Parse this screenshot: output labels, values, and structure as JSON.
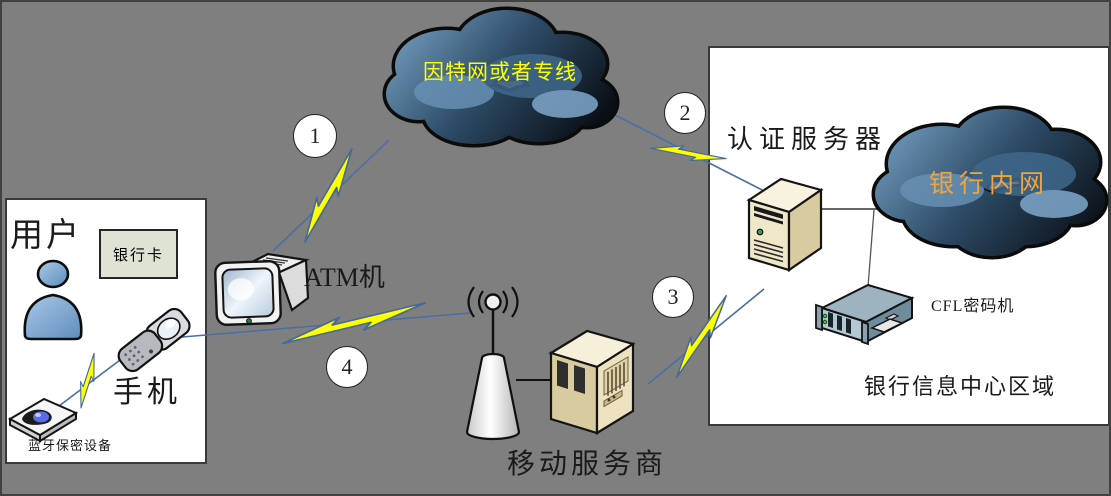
{
  "colors": {
    "background": "#7f7f7f",
    "lightning_bolt": "#ffff00",
    "connection_line": "#4a6fa5",
    "internet_label_color": "#ffff00",
    "intranet_label_color": "#f0a43c"
  },
  "user_area": {
    "title": "用户",
    "bank_card_label": "银行卡",
    "phone_label": "手机",
    "bluetooth_label": "蓝牙保密设备"
  },
  "atm_label": "ATM机",
  "internet_cloud_label": "因特网或者专线",
  "mobile_provider_label": "移动服务商",
  "bank_area": {
    "auth_server_label": "认证服务器",
    "intranet_cloud_label": "银行内网",
    "cipher_machine_label": "CFL密码机",
    "region_label": "银行信息中心区域"
  },
  "steps": {
    "s1": "1",
    "s2": "2",
    "s3": "3",
    "s4": "4"
  }
}
